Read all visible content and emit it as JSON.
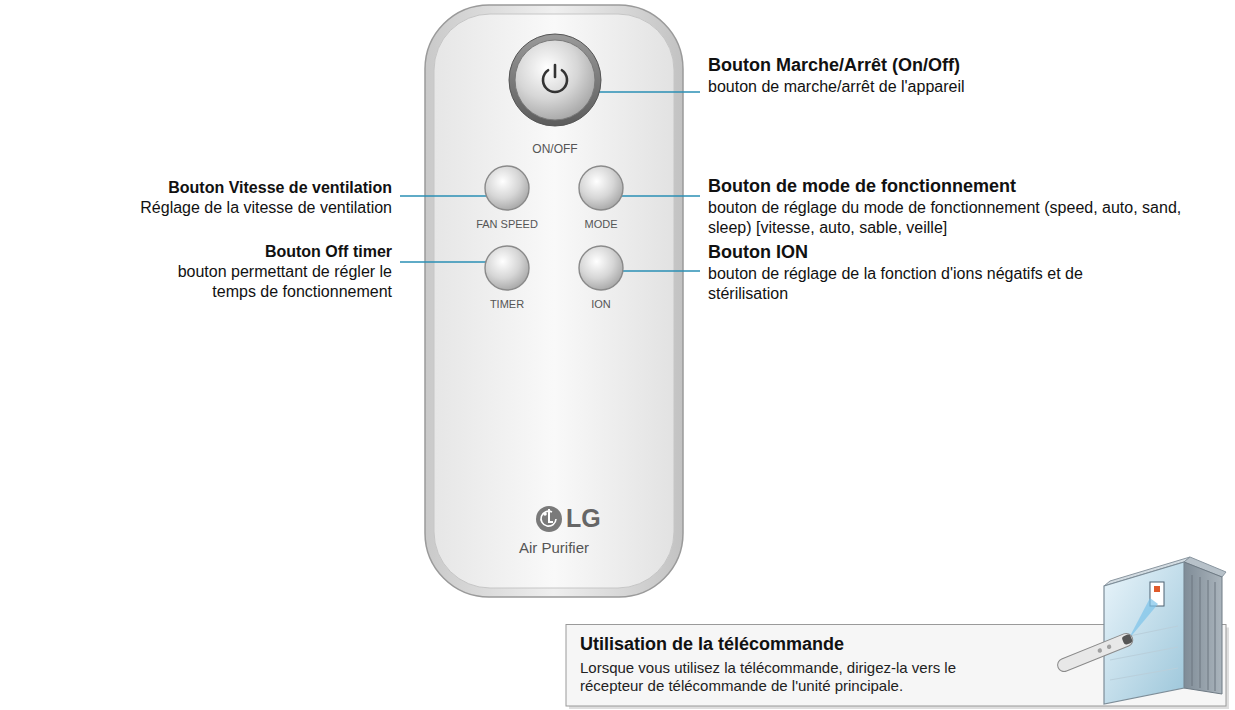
{
  "diagram": {
    "nodes": [
      {
        "text": [
          "LG",
          "Air Purifier"
        ]
      },
      {
        "text": [
          "ON/OFF"
        ],
        "in": 0
      },
      {
        "text": [
          "FAN SPEED"
        ],
        "in": 0
      },
      {
        "text": [
          "MODE"
        ],
        "in": 0
      },
      {
        "text": [
          "TIMER"
        ],
        "in": 0
      },
      {
        "text": [
          "ION"
        ],
        "in": 0
      },
      {
        "text": [
          "Utilisation de la télécommande",
          "Lorsque vous utilisez la télécommande, dirigez-la vers le récepteur de télécommande de l'unité principale."
        ]
      }
    ],
    "labels": [
      "Bouton Marche/Arrêt (On/Off)",
      "bouton de marche/arrêt de l'appareil",
      "Bouton Vitesse de ventilation",
      "Réglage de la vitesse de ventilation",
      "Bouton de mode de fonctionnement",
      "bouton de réglage du mode de fonctionnement (speed, auto, sand, sleep) [vitesse, auto, sable, veille]",
      "Bouton Off timer",
      "bouton permettant de régler le temps de fonctionnement",
      "Bouton ION",
      "bouton de réglage de la fonction d'ions négatifs et de stérilisation"
    ]
  }
}
